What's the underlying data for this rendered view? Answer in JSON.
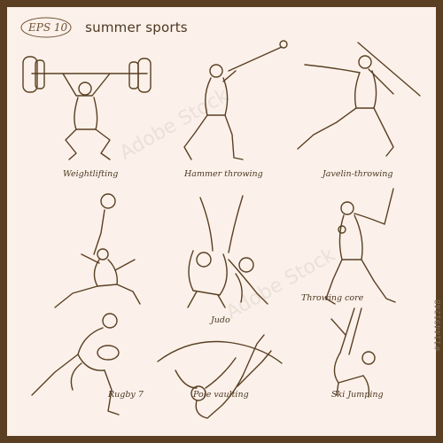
{
  "header": {
    "badge": "EPS 10",
    "title": "summer sports"
  },
  "sports": [
    {
      "label": "Weightlifting",
      "icon": "weightlifter-icon"
    },
    {
      "label": "Hammer throwing",
      "icon": "hammer-thrower-icon"
    },
    {
      "label": "Javelin-throwing",
      "icon": "javelin-thrower-icon"
    },
    {
      "label": "",
      "icon": "football-kicker-icon"
    },
    {
      "label": "Judo",
      "icon": "judo-wrestlers-icon"
    },
    {
      "label": "Throwing core",
      "icon": "shot-putter-icon"
    },
    {
      "label": "Rugby 7",
      "icon": "rugby-player-icon"
    },
    {
      "label": "Pole vaulting",
      "icon": "pole-vaulter-icon"
    },
    {
      "label": "Ski Jumping",
      "icon": "ski-jumper-icon"
    }
  ],
  "colors": {
    "frame": "#5a3f22",
    "background": "#fbf1ea",
    "ink": "#5a3f22"
  },
  "watermark": "#114491248"
}
